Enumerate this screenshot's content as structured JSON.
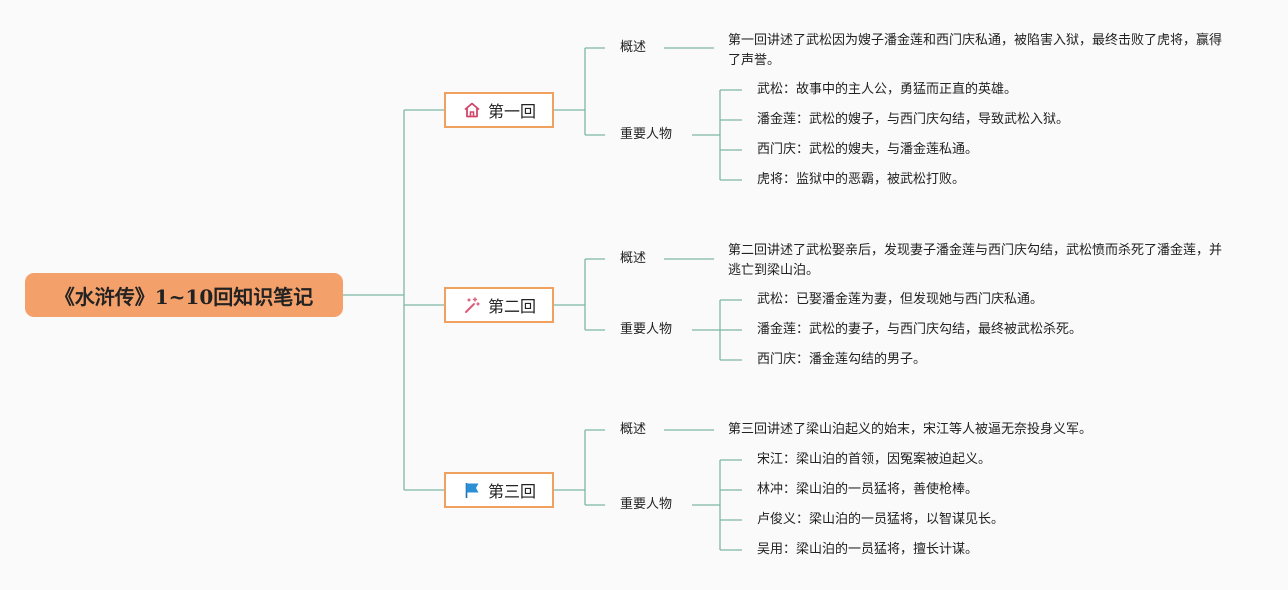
{
  "title": "《水浒传》1~10回知识笔记",
  "chapters": [
    {
      "label": "第一回",
      "icon": "home-icon",
      "summary_label": "概述",
      "summary": "第一回讲述了武松因为嫂子潘金莲和西门庆私通，被陷害入狱，最终击败了虎将，赢得了声誉。",
      "people_label": "重要人物",
      "people": [
        "武松：故事中的主人公，勇猛而正直的英雄。",
        "潘金莲：武松的嫂子，与西门庆勾结，导致武松入狱。",
        "西门庆：武松的嫂夫，与潘金莲私通。",
        "虎将：监狱中的恶霸，被武松打败。"
      ]
    },
    {
      "label": "第二回",
      "icon": "magic-wand-icon",
      "summary_label": "概述",
      "summary": "第二回讲述了武松娶亲后，发现妻子潘金莲与西门庆勾结，武松愤而杀死了潘金莲，并逃亡到梁山泊。",
      "people_label": "重要人物",
      "people": [
        "武松：已娶潘金莲为妻，但发现她与西门庆私通。",
        "潘金莲：武松的妻子，与西门庆勾结，最终被武松杀死。",
        "西门庆：潘金莲勾结的男子。"
      ]
    },
    {
      "label": "第三回",
      "icon": "flag-icon",
      "summary_label": "概述",
      "summary": "第三回讲述了梁山泊起义的始末，宋江等人被逼无奈投身义军。",
      "people_label": "重要人物",
      "people": [
        "宋江：梁山泊的首领，因冤案被迫起义。",
        "林冲：梁山泊的一员猛将，善使枪棒。",
        "卢俊义：梁山泊的一员猛将，以智谋见长。",
        "吴用：梁山泊的一员猛将，擅长计谋。"
      ]
    }
  ],
  "colors": {
    "root_fill": "#f4a06a",
    "chapter_border": "#f0a160",
    "connector": "#7fb8a4",
    "home_icon": "#d2456a",
    "wand_icon": "#e05a7a",
    "flag_icon": "#2b8fd6"
  }
}
